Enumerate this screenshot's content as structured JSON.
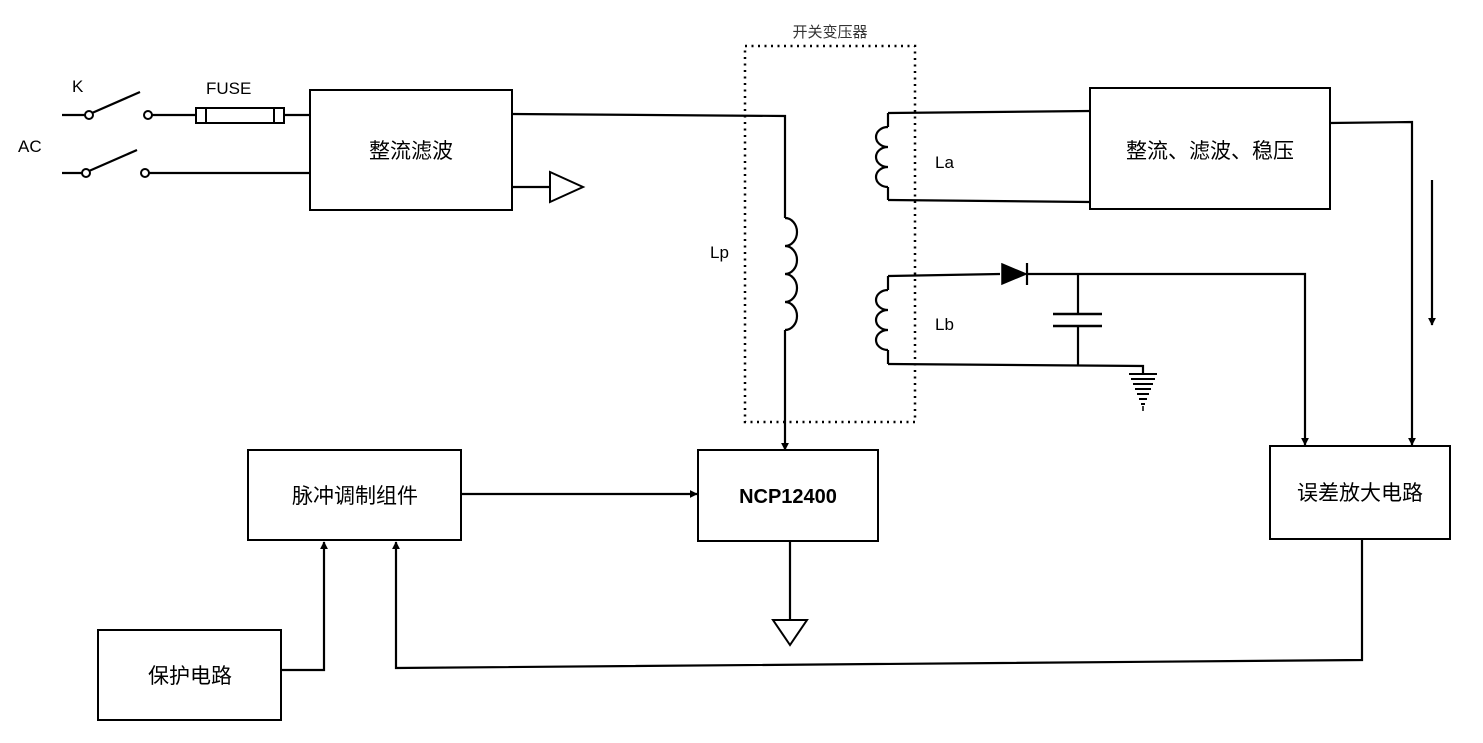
{
  "diagram": {
    "transformer_label": "开关变压器",
    "switch_label": "K",
    "ac_label": "AC",
    "fuse_label": "FUSE",
    "blocks": {
      "rectifier_filter": "整流滤波",
      "rectifier_filter_regulator": "整流、滤波、稳压",
      "pwm_module": "脉冲调制组件",
      "controller_ic": "NCP12400",
      "error_amplifier": "误差放大电路",
      "protection_circuit": "保护电路"
    },
    "windings": {
      "primary": "Lp",
      "secondary_a": "La",
      "secondary_b": "Lb"
    }
  }
}
